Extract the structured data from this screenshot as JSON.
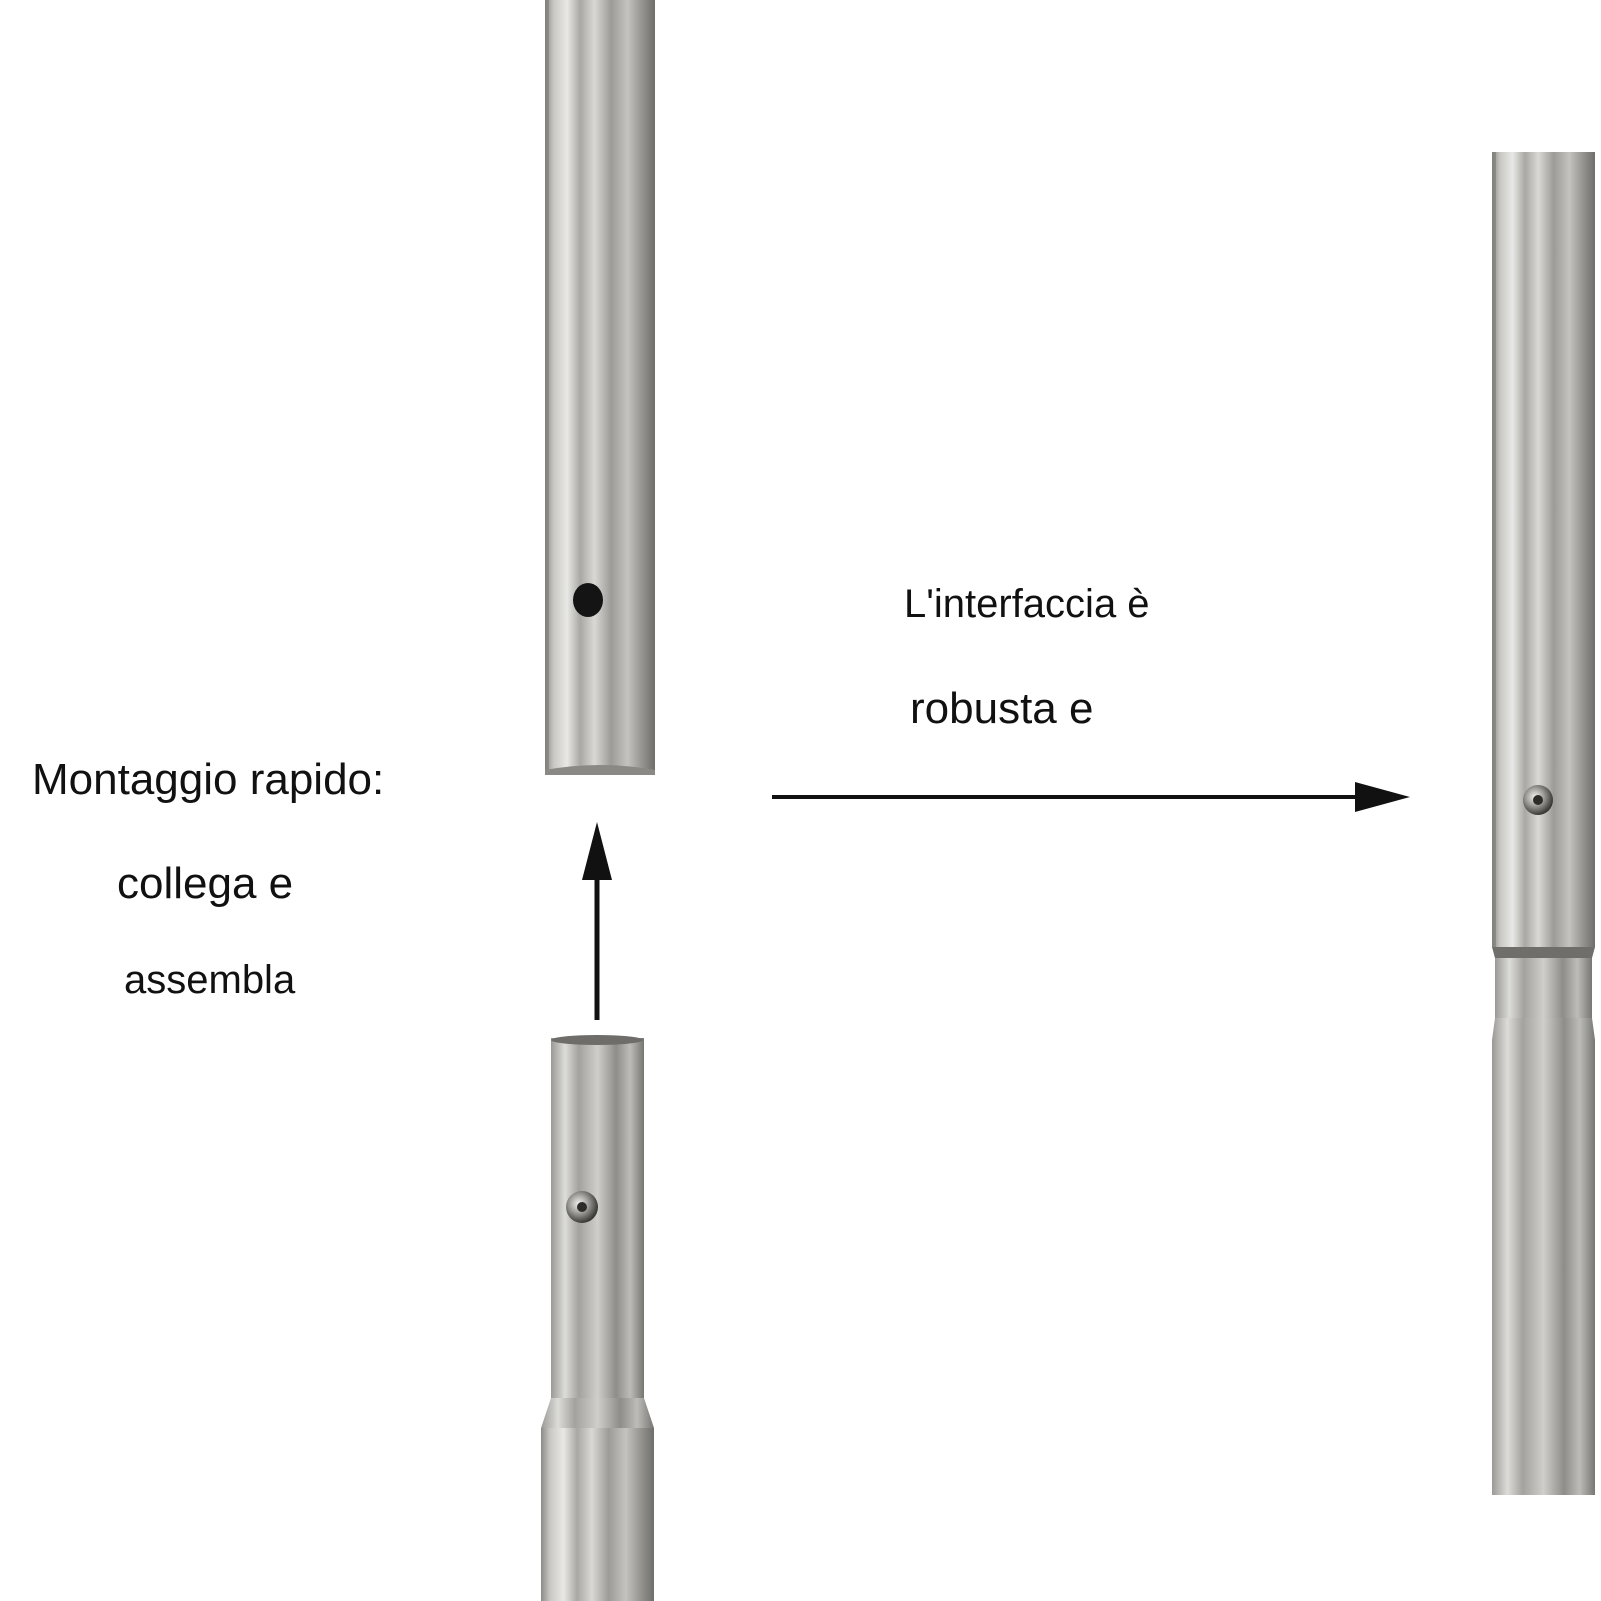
{
  "left_caption": {
    "line1": "Montaggio rapido:",
    "line2": "collega e",
    "line3": "assembla"
  },
  "right_caption": {
    "line1": "L'interfaccia è",
    "line2": "robusta e"
  },
  "colors": {
    "background": "#ffffff",
    "text": "#111111",
    "arrow": "#111111",
    "tube_light": "#e4e4e2",
    "tube_mid": "#b9b8b4",
    "tube_dark": "#84837f",
    "hole": "#141414"
  },
  "icons": {
    "assembly_arrow": "arrow-up-icon",
    "result_arrow": "arrow-right-icon"
  }
}
